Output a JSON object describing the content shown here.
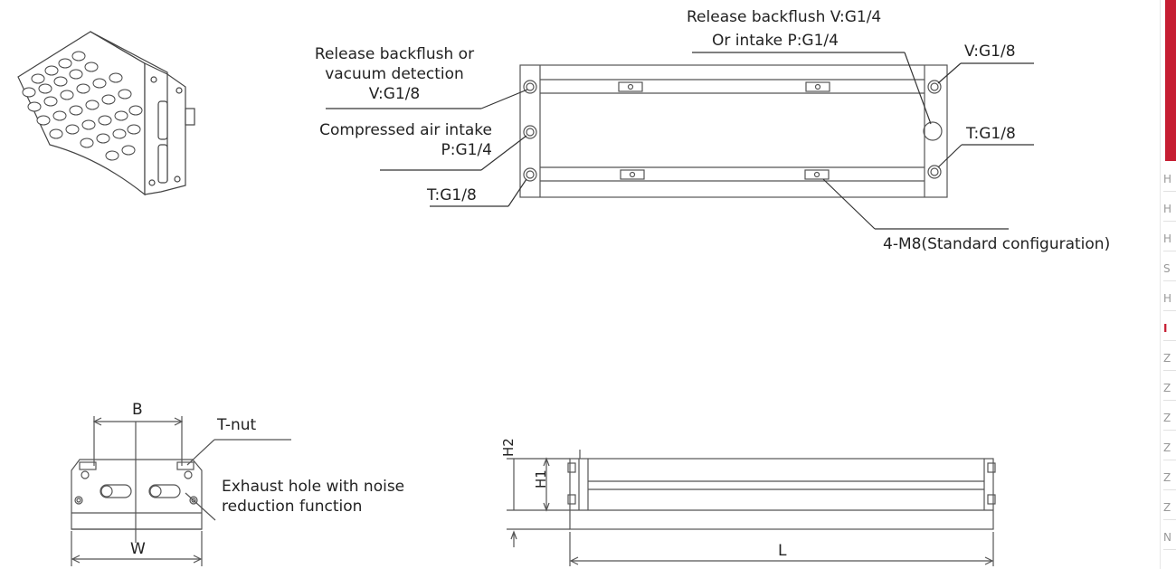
{
  "top_view": {
    "label_release_backflush_or_vacuum": [
      "Release backflush or",
      "vacuum detection",
      "V:G1/8"
    ],
    "label_compressed_air_intake": [
      "Compressed air intake",
      "P:G1/4"
    ],
    "label_t_left": "T:G1/8",
    "label_release_backflush_v": "Release backflush V:G1/4",
    "label_or_intake_p": "Or intake P:G1/4",
    "label_v_right": "V:G1/8",
    "label_t_right": "T:G1/8",
    "label_4m8": "4-M8(Standard configuration)"
  },
  "end_view": {
    "dim_b": "B",
    "dim_w": "W",
    "label_t_nut": "T-nut",
    "label_exhaust": [
      "Exhaust hole with noise",
      "reduction function"
    ]
  },
  "side_view": {
    "dim_h2": "H2",
    "dim_h1": "H1",
    "dim_l": "L"
  },
  "colors": {
    "line": "#555555",
    "text": "#222222",
    "sidebar_accent": "#c61d32"
  },
  "sidebar": {
    "items": [
      "H",
      "H",
      "H",
      "S",
      "H",
      "I",
      "Z",
      "Z",
      "Z",
      "Z",
      "Z",
      "Z",
      "N"
    ],
    "active_index": 5
  }
}
